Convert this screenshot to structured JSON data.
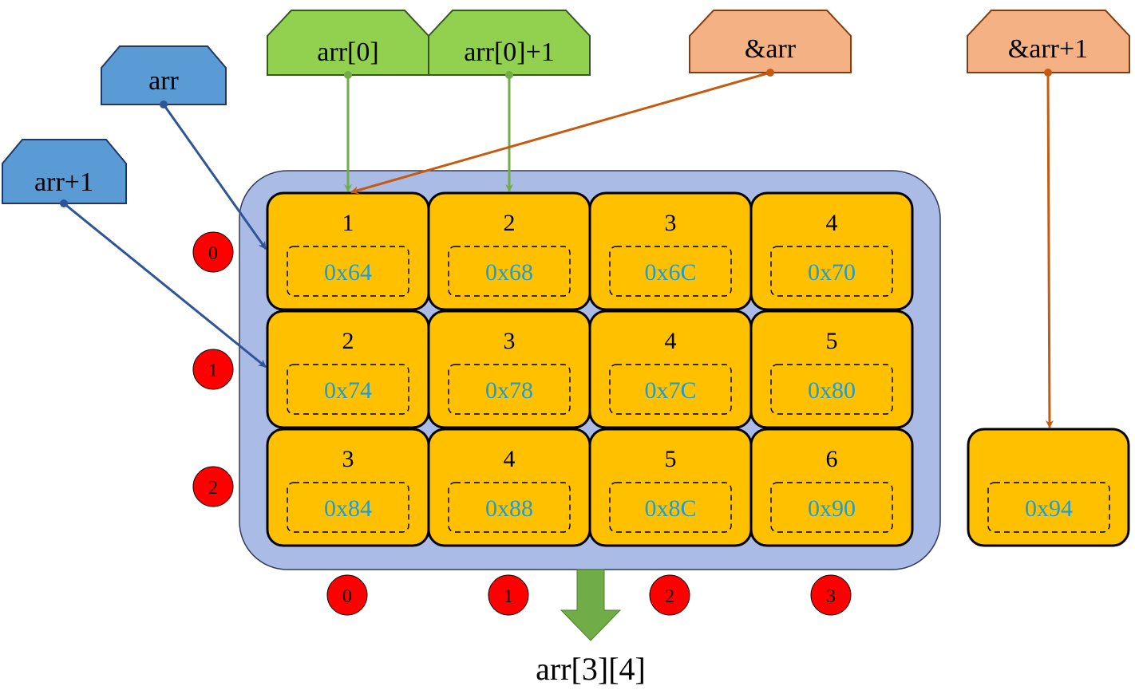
{
  "labels": {
    "arr": "arr",
    "arr_plus_1": "arr+1",
    "arr0": "arr[0]",
    "arr0_plus_1": "arr[0]+1",
    "addr_arr": "&arr",
    "addr_arr_plus_1": "&arr+1"
  },
  "grid": {
    "rows": [
      {
        "index": "0",
        "cells": [
          {
            "value": "1",
            "addr": "0x64"
          },
          {
            "value": "2",
            "addr": "0x68"
          },
          {
            "value": "3",
            "addr": "0x6C"
          },
          {
            "value": "4",
            "addr": "0x70"
          }
        ]
      },
      {
        "index": "1",
        "cells": [
          {
            "value": "2",
            "addr": "0x74"
          },
          {
            "value": "3",
            "addr": "0x78"
          },
          {
            "value": "4",
            "addr": "0x7C"
          },
          {
            "value": "5",
            "addr": "0x80"
          }
        ]
      },
      {
        "index": "2",
        "cells": [
          {
            "value": "3",
            "addr": "0x84"
          },
          {
            "value": "4",
            "addr": "0x88"
          },
          {
            "value": "5",
            "addr": "0x8C"
          },
          {
            "value": "6",
            "addr": "0x90"
          }
        ]
      }
    ],
    "col_indices": [
      "0",
      "1",
      "2",
      "3"
    ]
  },
  "extra_cell": {
    "addr": "0x94"
  },
  "caption": "arr[3][4]",
  "colors": {
    "blue_label": "#5b9bd5",
    "green_label": "#92d050",
    "orange_label": "#f4b183",
    "cell_fill": "#ffc000",
    "container": "#aabce6",
    "addr_text": "#1a9ed8",
    "index_circle": "#ff0000",
    "blue_arrow": "#2f5597",
    "green_arrow": "#70ad47",
    "orange_arrow": "#c55a11",
    "down_arrow": "#70ad47"
  }
}
